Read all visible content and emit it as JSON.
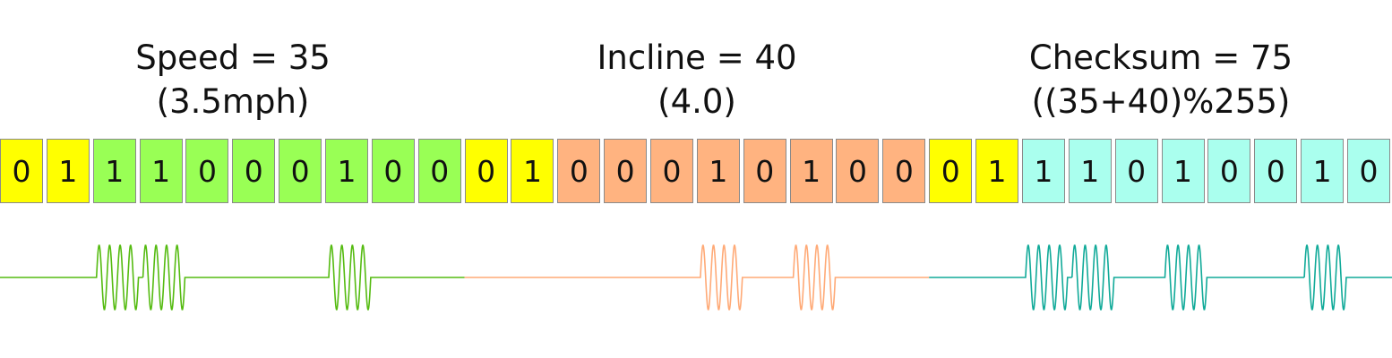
{
  "fields": {
    "speed": {
      "line1": "Speed = 35",
      "line2": "(3.5mph)"
    },
    "incline": {
      "line1": "Incline = 40",
      "line2": "(4.0)"
    },
    "checksum": {
      "line1": "Checksum = 75",
      "line2": "((35+40)%255)"
    }
  },
  "colors": {
    "sync": "#ffff00",
    "speed": "#99ff55",
    "incline": "#ffb380",
    "checksum": "#aaffee",
    "wave_speed": "#55bb11",
    "wave_incline": "#ffaa77",
    "wave_checksum": "#11aa99"
  },
  "bits": [
    {
      "value": "0",
      "group": "sync"
    },
    {
      "value": "1",
      "group": "sync"
    },
    {
      "value": "1",
      "group": "speed"
    },
    {
      "value": "1",
      "group": "speed"
    },
    {
      "value": "0",
      "group": "speed"
    },
    {
      "value": "0",
      "group": "speed"
    },
    {
      "value": "0",
      "group": "speed"
    },
    {
      "value": "1",
      "group": "speed"
    },
    {
      "value": "0",
      "group": "speed"
    },
    {
      "value": "0",
      "group": "speed"
    },
    {
      "value": "0",
      "group": "sync"
    },
    {
      "value": "1",
      "group": "sync"
    },
    {
      "value": "0",
      "group": "incline"
    },
    {
      "value": "0",
      "group": "incline"
    },
    {
      "value": "0",
      "group": "incline"
    },
    {
      "value": "1",
      "group": "incline"
    },
    {
      "value": "0",
      "group": "incline"
    },
    {
      "value": "1",
      "group": "incline"
    },
    {
      "value": "0",
      "group": "incline"
    },
    {
      "value": "0",
      "group": "incline"
    },
    {
      "value": "0",
      "group": "sync"
    },
    {
      "value": "1",
      "group": "sync"
    },
    {
      "value": "1",
      "group": "checksum"
    },
    {
      "value": "1",
      "group": "checksum"
    },
    {
      "value": "0",
      "group": "checksum"
    },
    {
      "value": "1",
      "group": "checksum"
    },
    {
      "value": "0",
      "group": "checksum"
    },
    {
      "value": "0",
      "group": "checksum"
    },
    {
      "value": "1",
      "group": "checksum"
    },
    {
      "value": "0",
      "group": "checksum"
    }
  ]
}
